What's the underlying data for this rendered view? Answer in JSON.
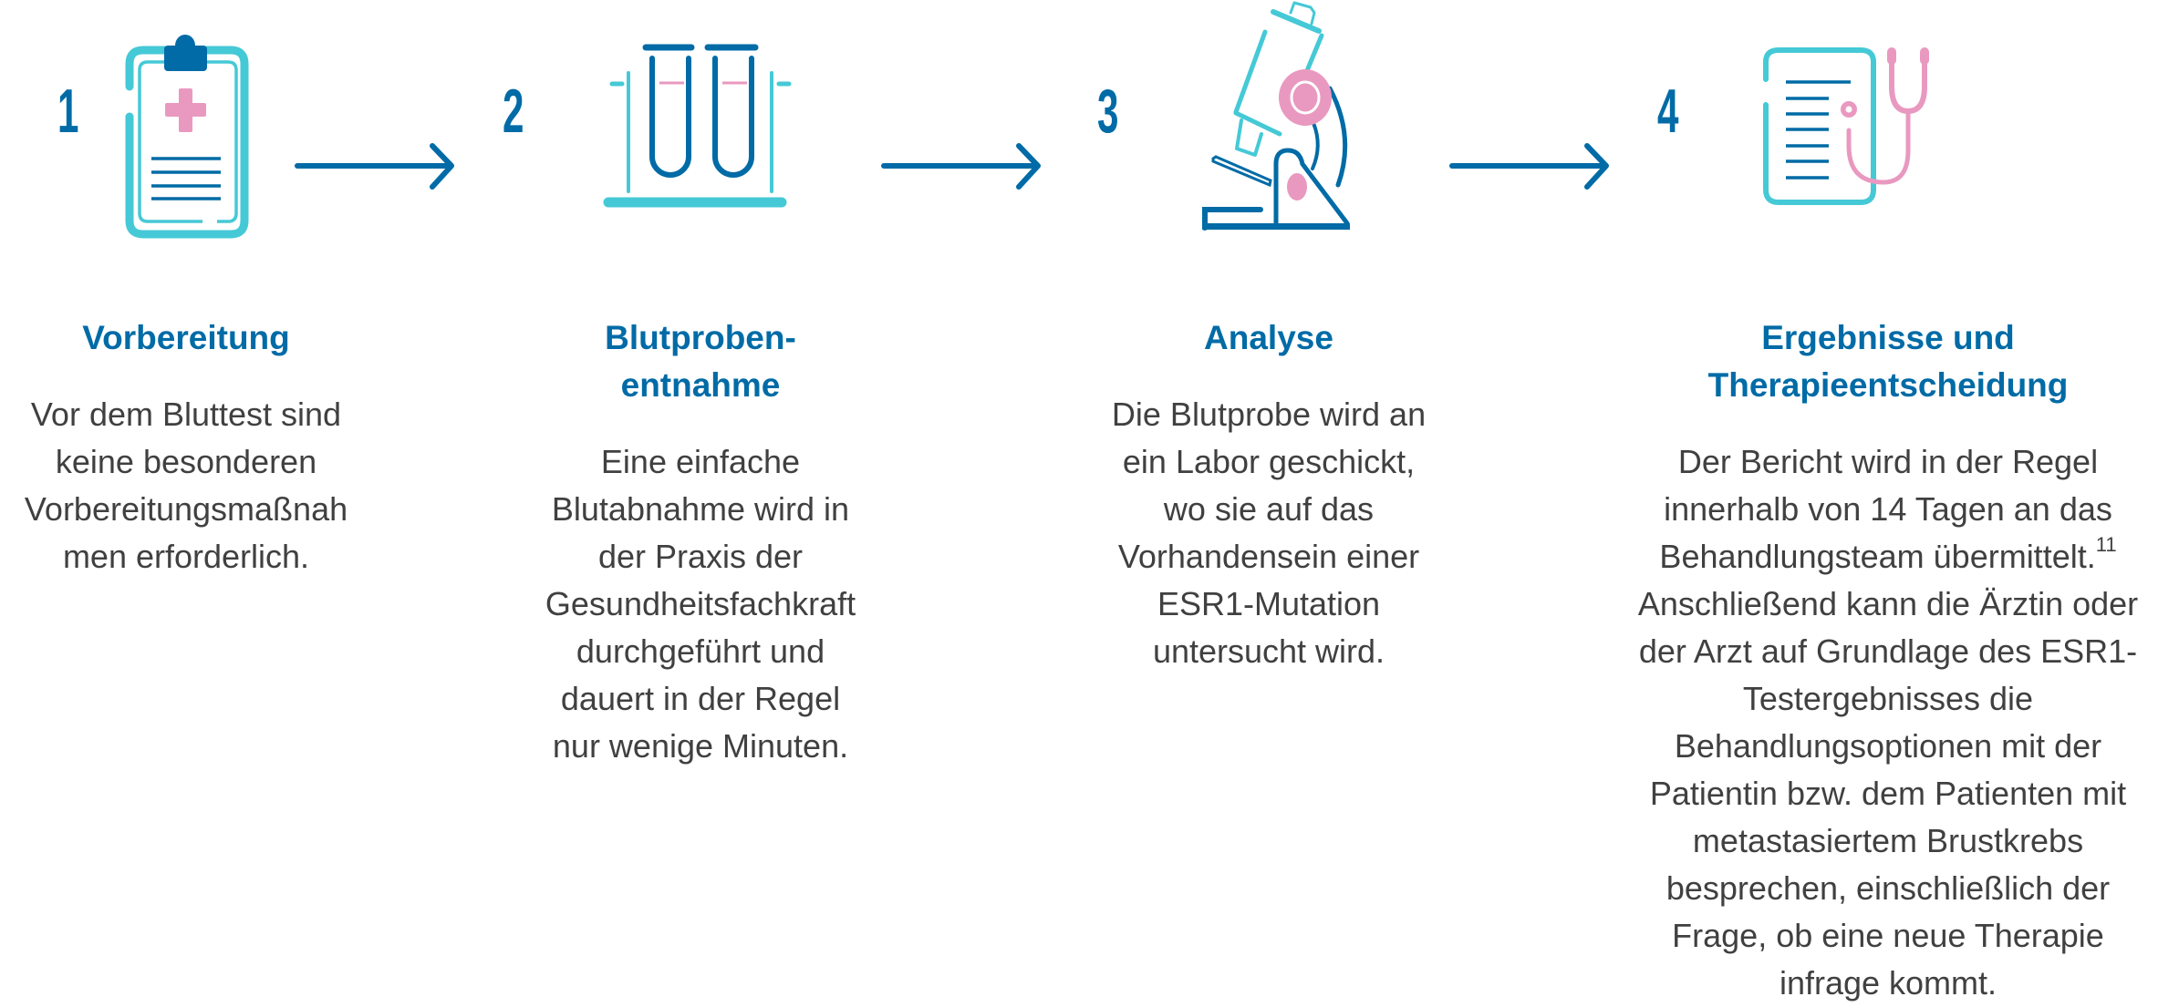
{
  "colors": {
    "dark_blue": "#006ba6",
    "cyan": "#45c9d6",
    "pink": "#e999c0",
    "text": "#404040"
  },
  "steps": [
    {
      "number": "1",
      "icon": "clipboard-medical-icon",
      "title_lines": [
        "Vorbereitung"
      ],
      "body_lines": [
        "Vor dem Bluttest sind",
        "keine besonderen",
        "Vorbereitungsmaßnah",
        "men erforderlich."
      ]
    },
    {
      "number": "2",
      "icon": "test-tubes-icon",
      "title_lines": [
        "Blutproben-",
        "entnahme"
      ],
      "body_lines": [
        "Eine einfache",
        "Blutabnahme wird in",
        "der Praxis der",
        "Gesundheitsfachkraft",
        "durchgeführt und",
        "dauert in der Regel",
        "nur wenige Minuten."
      ]
    },
    {
      "number": "3",
      "icon": "microscope-icon",
      "title_lines": [
        "Analyse"
      ],
      "body_lines": [
        "Die Blutprobe wird an",
        "ein Labor geschickt,",
        "wo sie auf das",
        "Vorhandensein einer",
        "ESR1-Mutation",
        "untersucht wird."
      ]
    },
    {
      "number": "4",
      "icon": "report-stethoscope-icon",
      "title_lines": [
        "Ergebnisse und",
        "Therapieentscheidung"
      ],
      "body_lines": [
        "Der Bericht wird in der Regel",
        "innerhalb von 14 Tagen an das",
        "Behandlungsteam übermittelt.",
        "Anschließend kann die Ärztin oder",
        "der Arzt auf Grundlage des ESR1-",
        "Testergebnisses die",
        "Behandlungsoptionen mit der",
        "Patientin bzw. dem Patienten mit",
        "metastasiertem Brustkrebs",
        "besprechen, einschließlich der",
        "Frage, ob eine neue Therapie",
        "infrage kommt."
      ],
      "footnote": "11"
    }
  ],
  "arrows": [
    "arrow-right-icon",
    "arrow-right-icon",
    "arrow-right-icon"
  ]
}
